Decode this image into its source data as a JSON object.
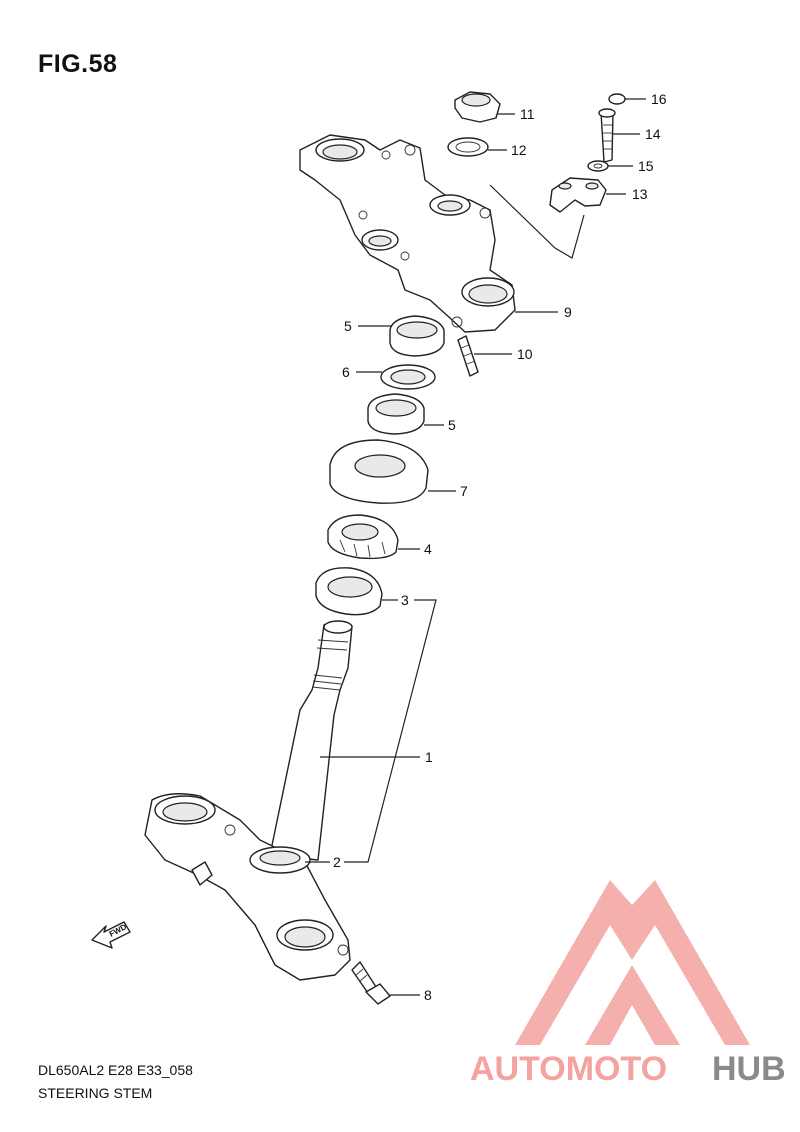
{
  "figure": {
    "title": "FIG.58",
    "code": "DL650AL2 E28 E33_058",
    "name": "STEERING STEM",
    "fwd_label": "FWD"
  },
  "callouts": [
    "1",
    "2",
    "3",
    "4",
    "5",
    "5",
    "6",
    "7",
    "8",
    "9",
    "10",
    "11",
    "12",
    "13",
    "14",
    "15",
    "16"
  ],
  "watermark": {
    "word1": "AUTOMOTO",
    "word2": "HUB",
    "color_main": "#f4a3a0",
    "color_accent": "#f9c28a",
    "color_dark": "#8a8a8a"
  }
}
